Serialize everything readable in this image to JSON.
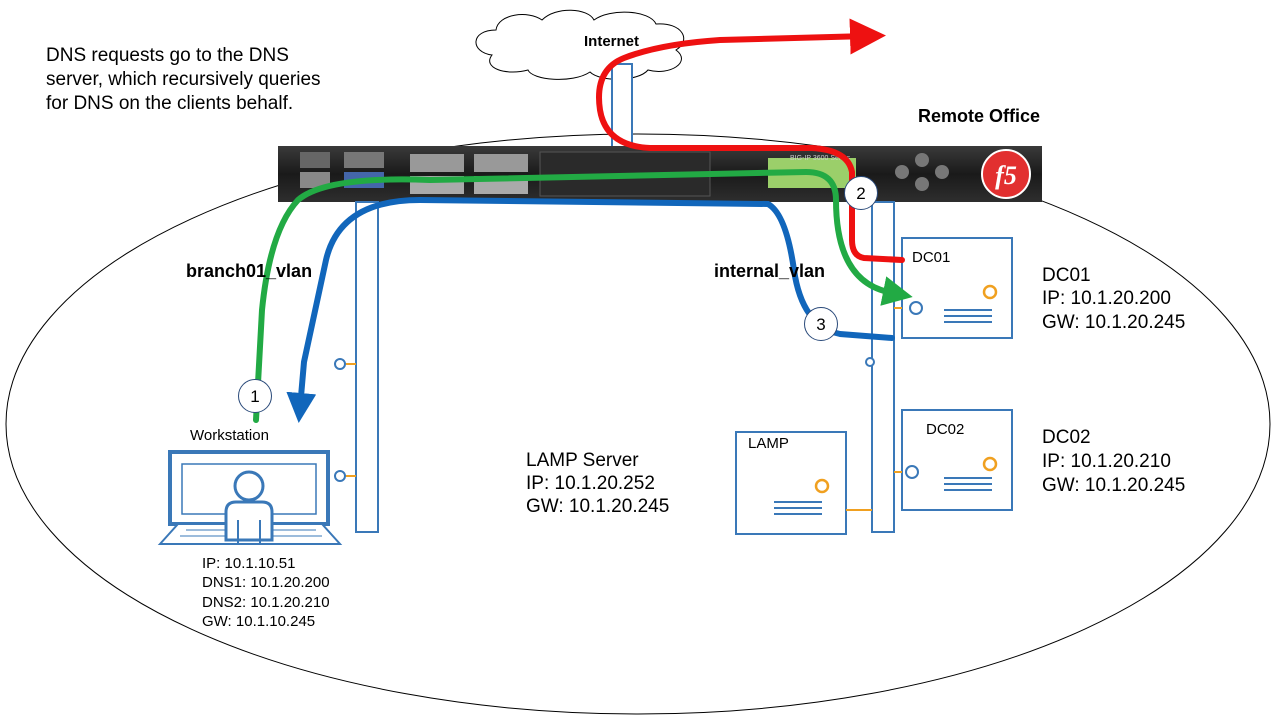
{
  "note": "DNS requests go to the DNS server, which recursively queries for DNS on the clients behalf.",
  "internet": {
    "label": "Internet"
  },
  "remote_office": "Remote Office",
  "vlans": {
    "branch": "branch01_vlan",
    "internal": "internal_vlan"
  },
  "workstation": {
    "title": "Workstation",
    "ip": "IP: 10.1.10.51",
    "dns1": "DNS1: 10.1.20.200",
    "dns2": "DNS2: 10.1.20.210",
    "gw": "GW: 10.1.10.245"
  },
  "dc01": {
    "box_label": "DC01",
    "name": "DC01",
    "ip": "IP:  10.1.20.200",
    "gw": "GW:  10.1.20.245"
  },
  "dc02": {
    "box_label": "DC02",
    "name": "DC02",
    "ip": "IP:  10.1.20.210",
    "gw": "GW:  10.1.20.245"
  },
  "lamp": {
    "box_label": "LAMP",
    "name": "LAMP Server",
    "ip": "IP:  10.1.20.252",
    "gw": "GW:  10.1.20.245"
  },
  "steps": [
    "1",
    "2",
    "3"
  ],
  "device": {
    "model": "BIG-IP 3600 Series",
    "logo": "f5"
  },
  "colors": {
    "request": "#22aa44",
    "internet": "#ee1111",
    "response": "#1166bb",
    "server_outline": "#3a78b8",
    "port_dot": "#f0a020"
  }
}
